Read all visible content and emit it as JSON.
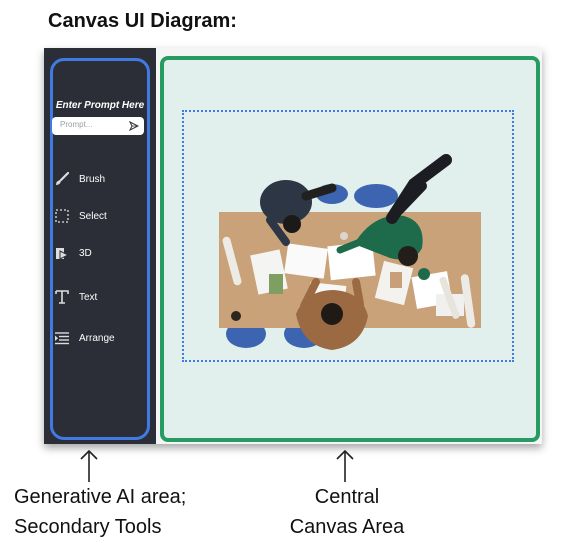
{
  "title": "Canvas UI Diagram:",
  "sidebar": {
    "prompt_label": "Enter Prompt Here",
    "prompt_placeholder": "Prompt...",
    "tools": [
      {
        "label": "Brush",
        "icon": "brush-icon"
      },
      {
        "label": "Select",
        "icon": "select-icon"
      },
      {
        "label": "3D",
        "icon": "3d-icon"
      },
      {
        "label": "Text",
        "icon": "text-icon"
      },
      {
        "label": "Arrange",
        "icon": "arrange-icon"
      }
    ]
  },
  "annotations": {
    "left": [
      "Generative AI area;",
      "Secondary Tools"
    ],
    "right": [
      "Central",
      "Canvas Area"
    ]
  },
  "colors": {
    "sidebar_bg": "#2b2e36",
    "sidebar_outline": "#3f7be3",
    "canvas_outline": "#279b62",
    "canvas_bg": "#e1efed",
    "selection_dotted": "#3f7be3"
  }
}
